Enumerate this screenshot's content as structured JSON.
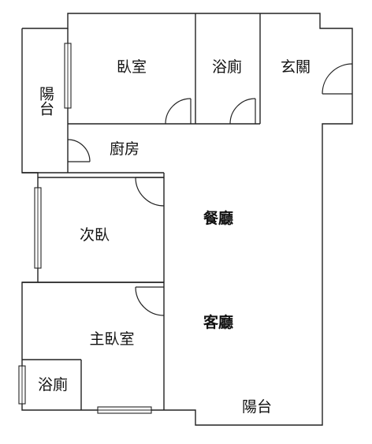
{
  "rooms": {
    "bedroom": "臥室",
    "bath_top": "浴廁",
    "foyer": "玄關",
    "balcony_left": "陽台",
    "kitchen": "廚房",
    "second_bedroom": "次臥",
    "dining": "餐廳",
    "master_bedroom": "主臥室",
    "living": "客廳",
    "bath_master": "浴廁",
    "balcony_bottom": "陽台"
  },
  "colors": {
    "wall": "#222222",
    "background": "#ffffff",
    "text": "#111111"
  }
}
